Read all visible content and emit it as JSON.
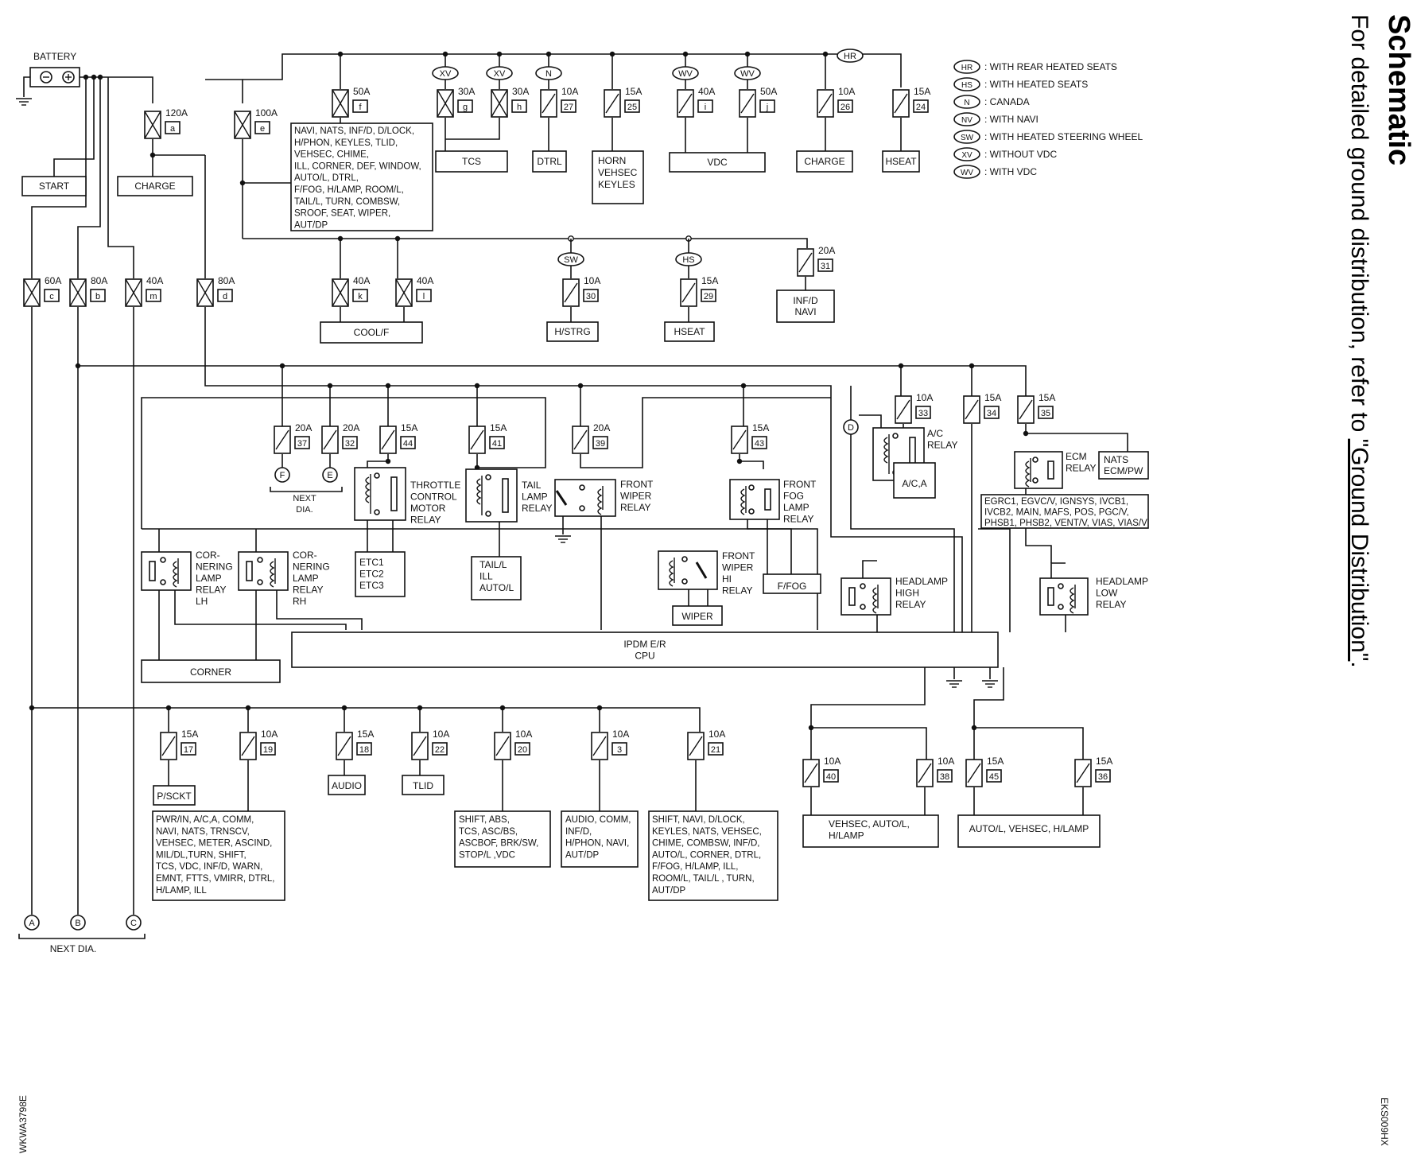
{
  "title": "Schematic",
  "ground_note": {
    "prefix": "For detailed ground distribution, refer to ",
    "link": "\"Ground Distribution\"",
    "suffix": "."
  },
  "figure_code": "EKS009HX",
  "diagram_id": "WKWA3798E",
  "battery_label": "BATTERY",
  "legend": [
    {
      "code": "HR",
      "text": ": WITH REAR HEATED SEATS"
    },
    {
      "code": "HS",
      "text": ": WITH HEATED SEATS"
    },
    {
      "code": "N",
      "text": ": CANADA"
    },
    {
      "code": "NV",
      "text": ": WITH NAVI"
    },
    {
      "code": "SW",
      "text": ": WITH HEATED STEERING WHEEL"
    },
    {
      "code": "XV",
      "text": ": WITHOUT VDC"
    },
    {
      "code": "WV",
      "text": ": WITH VDC"
    }
  ],
  "fuses": {
    "a": {
      "rating": "120A",
      "id": "a"
    },
    "e": {
      "rating": "100A",
      "id": "e"
    },
    "f": {
      "rating": "50A",
      "id": "f"
    },
    "g": {
      "rating": "30A",
      "id": "g"
    },
    "h": {
      "rating": "30A",
      "id": "h"
    },
    "f27": {
      "rating": "10A",
      "id": "27"
    },
    "f25": {
      "rating": "15A",
      "id": "25"
    },
    "i": {
      "rating": "40A",
      "id": "i"
    },
    "j": {
      "rating": "50A",
      "id": "j"
    },
    "f26": {
      "rating": "10A",
      "id": "26"
    },
    "f24": {
      "rating": "15A",
      "id": "24"
    },
    "c": {
      "rating": "60A",
      "id": "c"
    },
    "b": {
      "rating": "80A",
      "id": "b"
    },
    "m": {
      "rating": "40A",
      "id": "m"
    },
    "d": {
      "rating": "80A",
      "id": "d"
    },
    "k": {
      "rating": "40A",
      "id": "k"
    },
    "l": {
      "rating": "40A",
      "id": "l"
    },
    "f30": {
      "rating": "10A",
      "id": "30"
    },
    "f29": {
      "rating": "15A",
      "id": "29"
    },
    "f31": {
      "rating": "20A",
      "id": "31"
    },
    "f37": {
      "rating": "20A",
      "id": "37"
    },
    "f32": {
      "rating": "20A",
      "id": "32"
    },
    "f44": {
      "rating": "15A",
      "id": "44"
    },
    "f41": {
      "rating": "15A",
      "id": "41"
    },
    "f39": {
      "rating": "20A",
      "id": "39"
    },
    "f43": {
      "rating": "15A",
      "id": "43"
    },
    "f33": {
      "rating": "10A",
      "id": "33"
    },
    "f34": {
      "rating": "15A",
      "id": "34"
    },
    "f35": {
      "rating": "15A",
      "id": "35"
    },
    "f17": {
      "rating": "15A",
      "id": "17"
    },
    "f19": {
      "rating": "10A",
      "id": "19"
    },
    "f18": {
      "rating": "15A",
      "id": "18"
    },
    "f22": {
      "rating": "10A",
      "id": "22"
    },
    "f20": {
      "rating": "10A",
      "id": "20"
    },
    "f3": {
      "rating": "10A",
      "id": "3"
    },
    "f21": {
      "rating": "10A",
      "id": "21"
    },
    "f40": {
      "rating": "10A",
      "id": "40"
    },
    "f38": {
      "rating": "10A",
      "id": "38"
    },
    "f45": {
      "rating": "15A",
      "id": "45"
    },
    "f36": {
      "rating": "15A",
      "id": "36"
    }
  },
  "boxes": {
    "start": "START",
    "charge1": "CHARGE",
    "navi_list": [
      "NAVI, NATS, INF/D, D/LOCK,",
      "H/PHON, KEYLES, TLID,",
      "VEHSEC, CHIME,",
      "ILL, CORNER, DEF, WINDOW,",
      "AUTO/L, DTRL,",
      "F/FOG, H/LAMP, ROOM/L,",
      "TAIL/L, TURN, COMBSW,",
      "SROOF, SEAT, WIPER,",
      "AUT/DP"
    ],
    "tcs": "TCS",
    "dtrl": "DTRL",
    "horn": [
      "HORN",
      "VEHSEC",
      "KEYLES"
    ],
    "vdc": "VDC",
    "charge2": "CHARGE",
    "hseat1": "HSEAT",
    "coolf": "COOL/F",
    "hstrg": "H/STRG",
    "hseat2": "HSEAT",
    "infd_navi": [
      "INF/D",
      "NAVI"
    ],
    "etc": [
      "ETC1",
      "ETC2",
      "ETC3"
    ],
    "taill": [
      "TAIL/L",
      "ILL",
      "AUTO/L"
    ],
    "acA": "A/C,A",
    "nats_ecm": [
      "NATS",
      "ECM/PW"
    ],
    "ecm_list": [
      "EGRC1, EGVC/V, IGNSYS, IVCB1,",
      "IVCB2, MAIN, MAFS, POS, PGC/V,",
      "PHSB1, PHSB2, VENT/V, VIAS, VIAS/V"
    ],
    "ffog": "F/FOG",
    "wiper": "WIPER",
    "corner": "CORNER",
    "ipdm": [
      "IPDM E/R",
      "CPU"
    ],
    "psckt": "P/SCKT",
    "audio": "AUDIO",
    "tlid": "TLID",
    "pwr_list": [
      "PWR/IN, A/C,A, COMM,",
      "NAVI, NATS, TRNSCV,",
      "VEHSEC, METER, ASCIND,",
      "MIL/DL,TURN, SHIFT,",
      "TCS, VDC, INF/D, WARN,",
      "EMNT, FTTS, VMIRR, DTRL,",
      "H/LAMP, ILL"
    ],
    "shift_list": [
      "SHIFT, ABS,",
      "TCS, ASC/BS,",
      "ASCBOF, BRK/SW,",
      "STOP/L ,VDC"
    ],
    "audio_list": [
      "AUDIO, COMM,",
      "INF/D,",
      "H/PHON, NAVI,",
      "AUT/DP"
    ],
    "shift2_list": [
      "SHIFT, NAVI, D/LOCK,",
      "KEYLES, NATS, VEHSEC,",
      "CHIME, COMBSW, INF/D,",
      "AUTO/L, CORNER, DTRL,",
      "F/FOG, H/LAMP, ILL,",
      "ROOM/L, TAIL/L , TURN,",
      "AUT/DP"
    ],
    "vehsec_hlamp": [
      "VEHSEC, AUTO/L,",
      "H/LAMP"
    ],
    "autol_list": "AUTO/L, VEHSEC, H/LAMP"
  },
  "relays": {
    "throttle": [
      "THROTTLE",
      "CONTROL",
      "MOTOR",
      "RELAY"
    ],
    "tail": [
      "TAIL",
      "LAMP",
      "RELAY"
    ],
    "front_wiper": [
      "FRONT",
      "WIPER",
      "RELAY"
    ],
    "front_fog": [
      "FRONT",
      "FOG",
      "LAMP",
      "RELAY"
    ],
    "ac": [
      "A/C",
      "RELAY"
    ],
    "ecm": [
      "ECM",
      "RELAY"
    ],
    "corner_lh": [
      "COR-",
      "NERING",
      "LAMP",
      "RELAY",
      "LH"
    ],
    "corner_rh": [
      "COR-",
      "NERING",
      "LAMP",
      "RELAY",
      "RH"
    ],
    "wiper_hi": [
      "FRONT",
      "WIPER",
      "HI",
      "RELAY"
    ],
    "hl_high": [
      "HEADLAMP",
      "HIGH",
      "RELAY"
    ],
    "hl_low": [
      "HEADLAMP",
      "LOW",
      "RELAY"
    ]
  },
  "connectors": {
    "A": "A",
    "B": "B",
    "C": "C",
    "D": "D",
    "E": "E",
    "F": "F"
  },
  "next_dia": [
    "NEXT",
    "DIA."
  ],
  "next_dia_bottom": "NEXT  DIA."
}
